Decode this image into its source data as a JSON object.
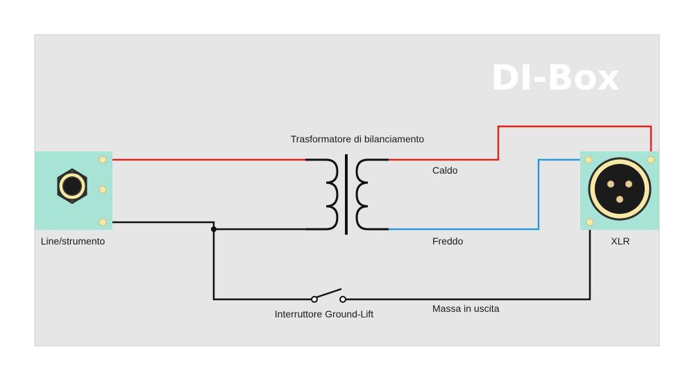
{
  "title": "DI-Box",
  "labels": {
    "transformer": "Trasformatore di bilanciamento",
    "input": "Line/strumento",
    "output": "XLR",
    "hot": "Caldo",
    "cold": "Freddo",
    "ground_lift": "Interruttore Ground-Lift",
    "ground_out": "Massa in uscita"
  },
  "colors": {
    "background_panel": "#e6e6e6",
    "connector_plate": "#a8e4d6",
    "hot_wire": "#e2231a",
    "cold_wire": "#2b9ad9",
    "ground_wire": "#111111",
    "terminal": "#f5e9a3"
  }
}
